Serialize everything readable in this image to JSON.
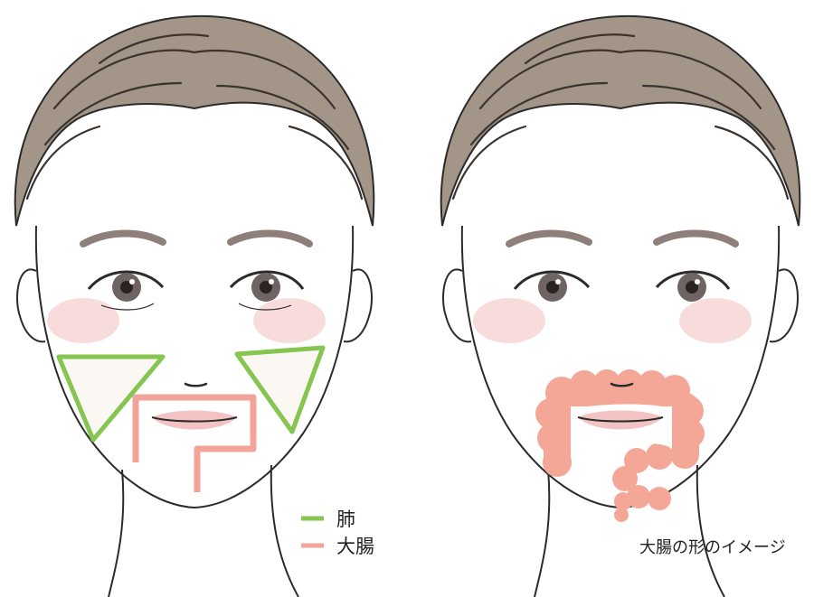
{
  "legend": {
    "items": [
      {
        "label": "肺",
        "color": "#86c551"
      },
      {
        "label": "大腸",
        "color": "#f2a39a"
      }
    ]
  },
  "caption": "大腸の形のイメージ",
  "colors": {
    "lung_zone": "#86c551",
    "colon_zone": "#f2a39a",
    "colon_fill": "#f4a797",
    "hair": "#9c8f83",
    "skin_line": "#2b2b2b",
    "cheek_blush": "#f6d3d3",
    "lips": "#f3c3c3",
    "eyebrow": "#8e7f7b"
  }
}
